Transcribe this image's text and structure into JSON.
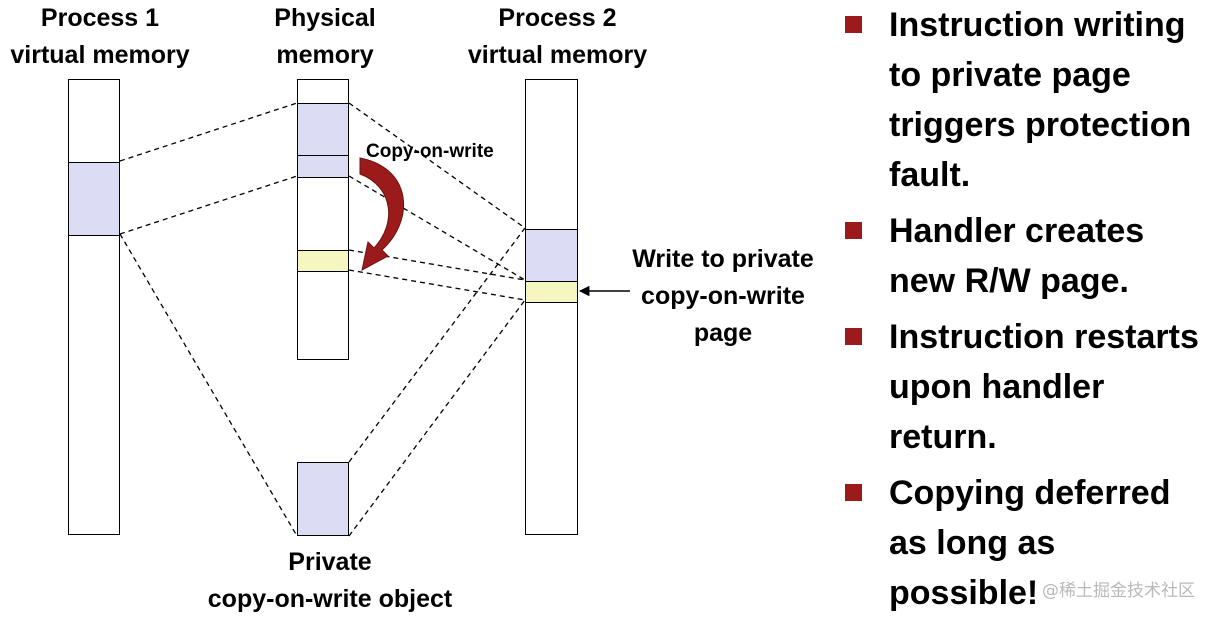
{
  "diagram": {
    "process1_label": [
      "Process 1",
      "virtual memory"
    ],
    "physical_label": [
      "Physical",
      "memory"
    ],
    "process2_label": [
      "Process 2",
      "virtual memory"
    ],
    "cow_label": "Copy-on-write",
    "write_label": [
      "Write to private",
      "copy-on-write",
      "page"
    ],
    "object_label": [
      "Private",
      "copy-on-write object"
    ],
    "colors": {
      "shared_region": "#dcdcf4",
      "private_page": "#f6f6c0",
      "arrow": "#9b1b1b",
      "bullet": "#9b1b1b"
    }
  },
  "bullets": [
    "Instruction writing to private page triggers protection fault.",
    "Handler creates new R/W page.",
    "Instruction restarts upon handler return.",
    "Copying deferred as long as possible!"
  ],
  "watermark": "@稀土掘金技术社区"
}
